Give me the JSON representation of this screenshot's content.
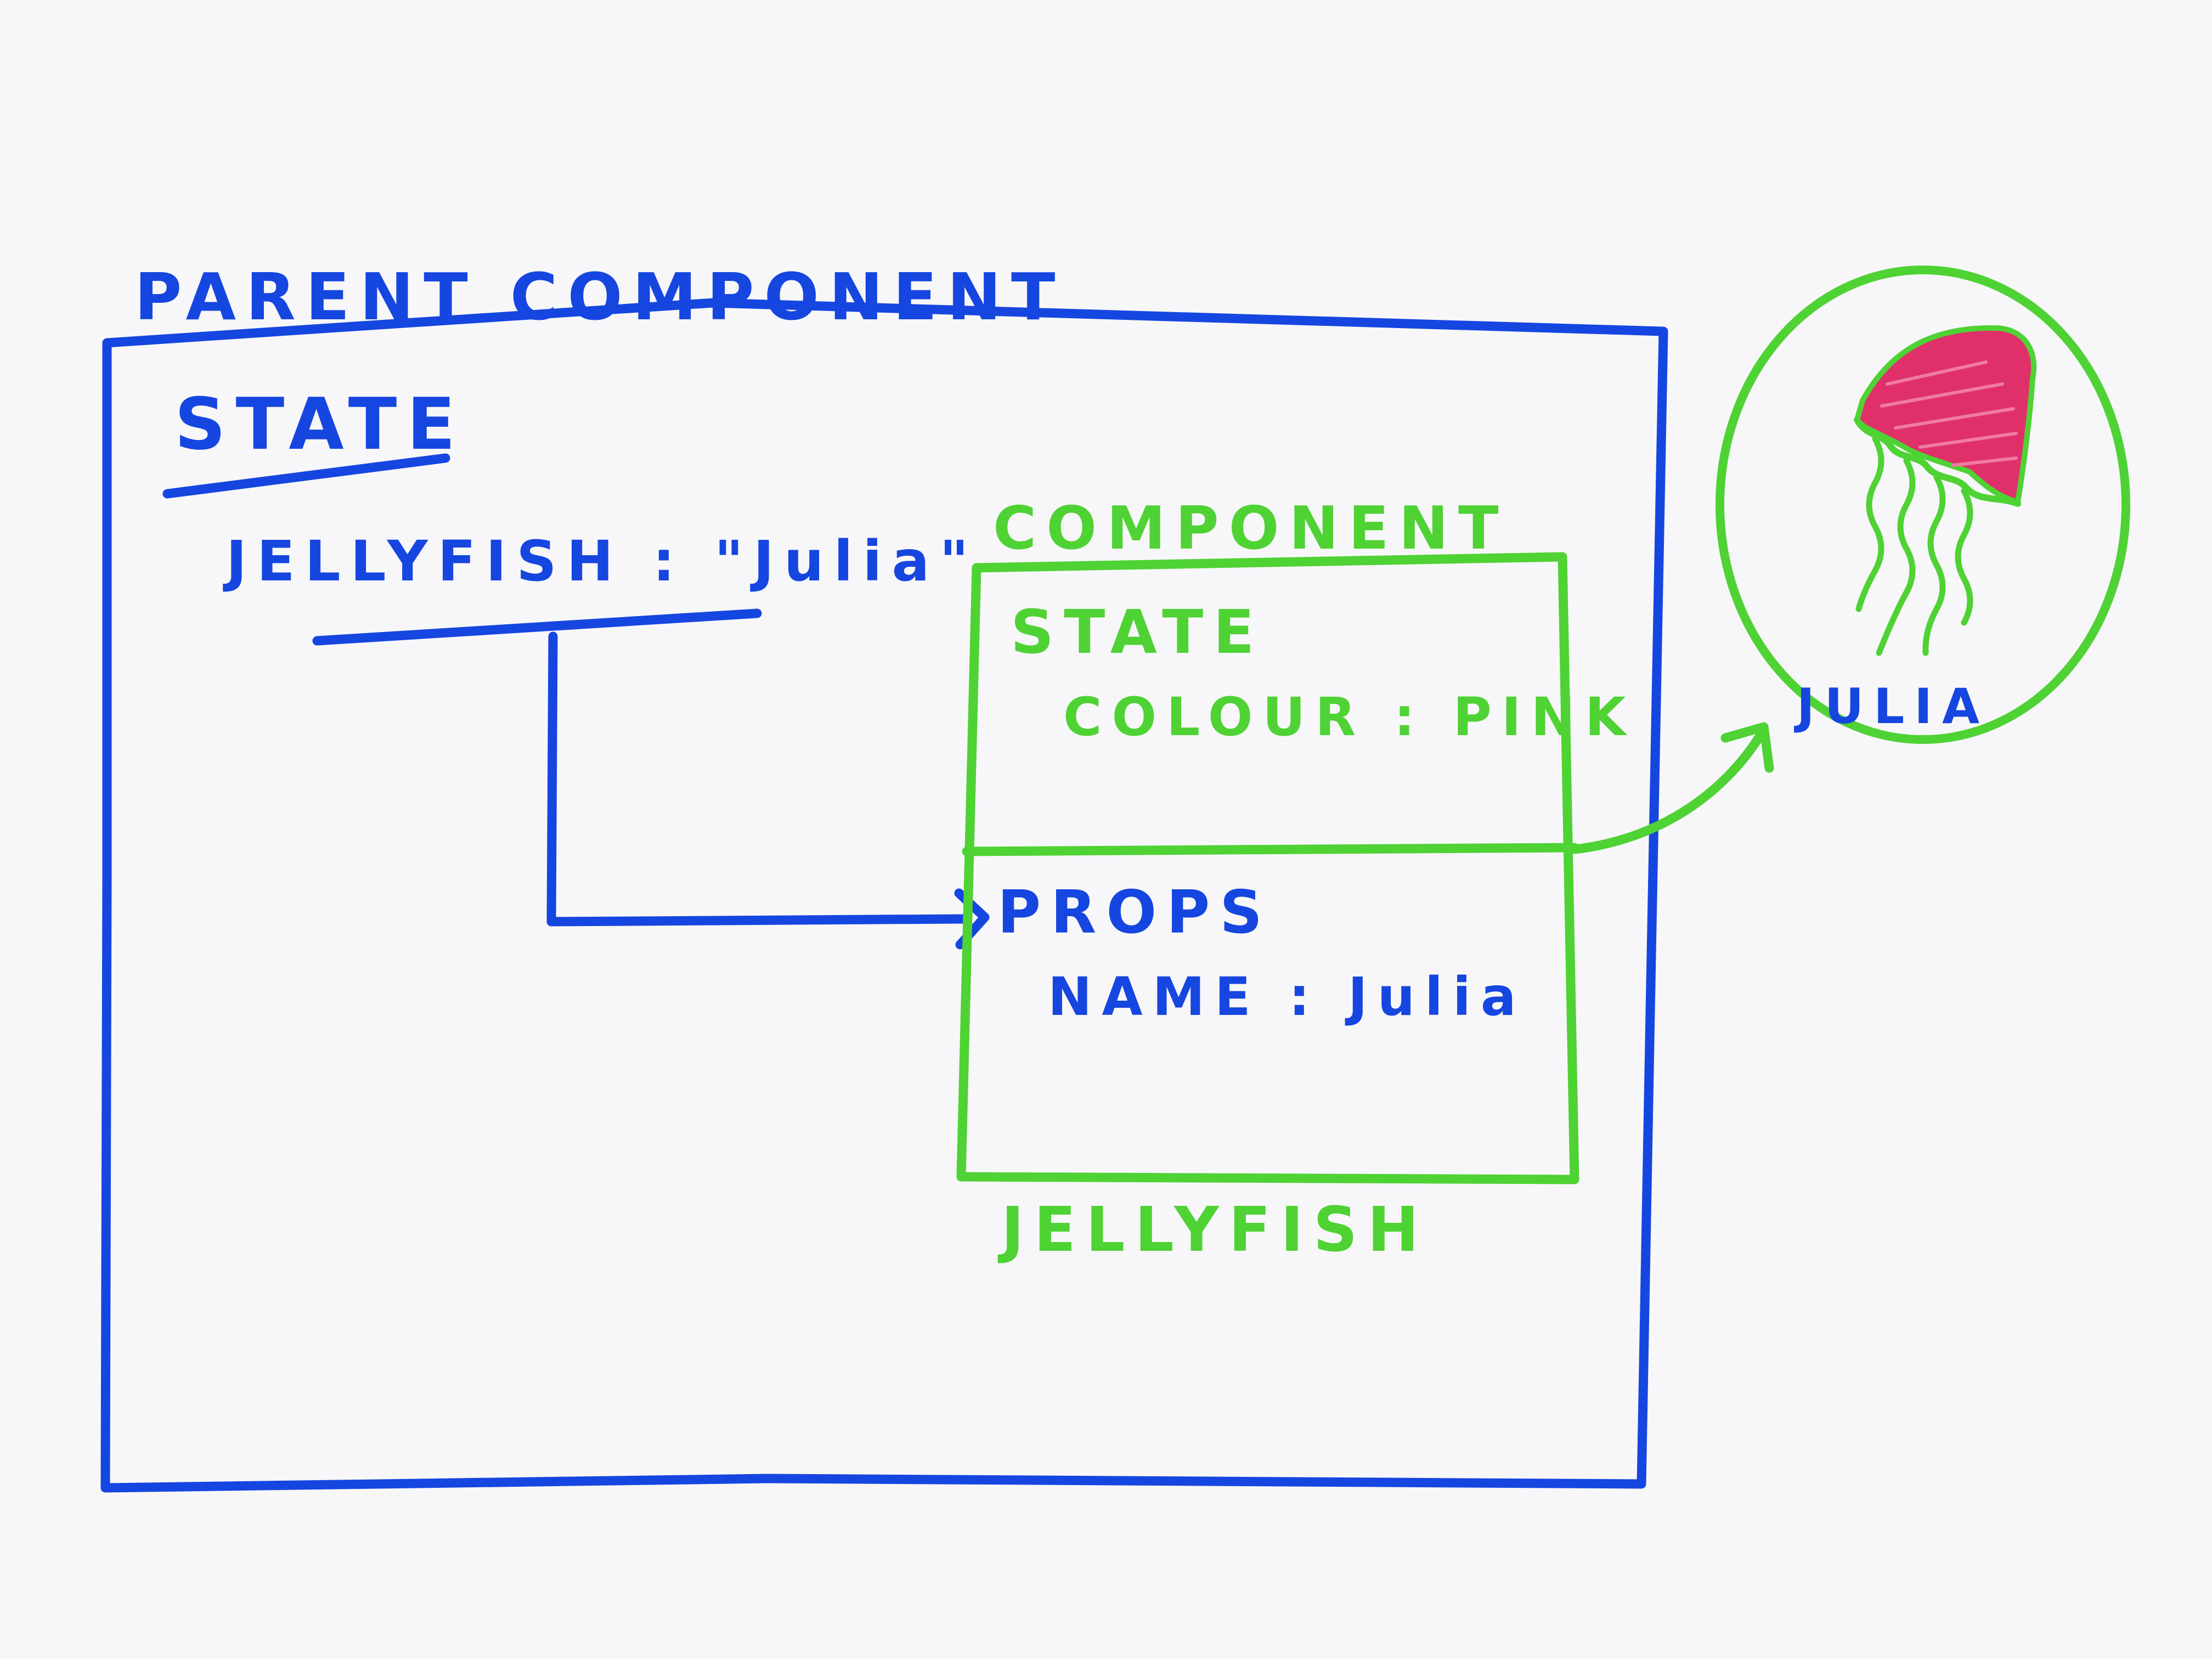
{
  "colors": {
    "paper": "#f7f7f9",
    "blue_ink": "#1646e0",
    "green_ink": "#4fd234",
    "pink_fill": "#e0306a"
  },
  "icons": {
    "jellyfish": "jellyfish-icon"
  },
  "parent": {
    "title": "PARENT COMPONENT",
    "state_heading": "STATE",
    "state_entry": "JELLYFISH : \"Julia\""
  },
  "child": {
    "title": "COMPONENT",
    "state_heading": "STATE",
    "state_entry": "COLOUR : PINK",
    "props_heading": "PROPS",
    "props_entry": "NAME : Julia",
    "name": "JELLYFISH"
  },
  "output": {
    "label": "JULIA"
  }
}
